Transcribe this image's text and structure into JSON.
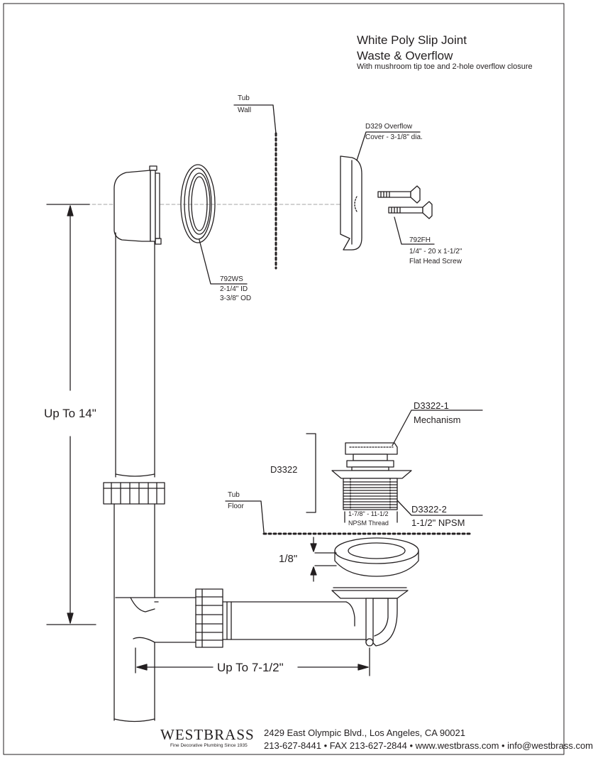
{
  "title": {
    "line1": "White Poly Slip Joint",
    "line2": "Waste & Overflow",
    "subtitle": "With mushroom tip toe and 2-hole overflow closure"
  },
  "callouts": {
    "tub_wall": [
      "Tub",
      "Wall"
    ],
    "overflow_cover": [
      "D329 Overflow",
      "Cover - 3-1/8\" dia."
    ],
    "screw": [
      "792FH",
      "1/4\" - 20 x 1-1/2\"",
      "Flat Head Screw"
    ],
    "washer": [
      "792WS",
      "2-1/4\" ID",
      "3-3/8\" OD"
    ],
    "mechanism": [
      "D3322-1",
      "Mechanism"
    ],
    "assembly": "D3322",
    "body": [
      "D3322-2",
      "1-1/2\" NPSM"
    ],
    "thread": [
      "1-7/8\" - 11-1/2",
      "NPSM Thread"
    ],
    "tub_floor": [
      "Tub",
      "Floor"
    ]
  },
  "dimensions": {
    "height": "Up To 14\"",
    "width": "Up To 7-1/2\"",
    "gasket": "1/8\""
  },
  "footer": {
    "brand": "WESTBRASS",
    "tagline": "Fine Decorative Plumbing Since 1935",
    "address": "2429 East Olympic Blvd., Los Angeles, CA  90021",
    "contact": "213-627-8441 • FAX 213-627-2844 • www.westbrass.com • info@westbrass.com"
  }
}
